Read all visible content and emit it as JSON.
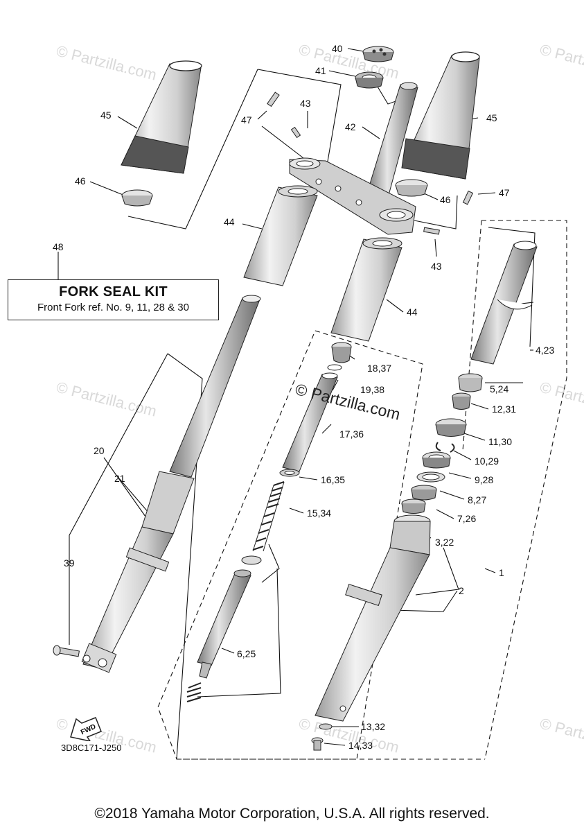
{
  "diagram": {
    "kit": {
      "ref": "48",
      "title": "FORK SEAL KIT",
      "subtitle": "Front Fork ref. No. 9, 11, 28 & 30"
    },
    "watermark": {
      "text": "© Partzilla.com",
      "small": "© Partzilla.com"
    },
    "drawing_code": "3D8C171-J250",
    "fwd_label": "FWD",
    "copyright": "©2018 Yamaha Motor Corporation, U.S.A. All rights reserved.",
    "labels": {
      "l40": "40",
      "l41": "41",
      "l42": "42",
      "l43a": "43",
      "l43b": "43",
      "l44a": "44",
      "l44b": "44",
      "l45a": "45",
      "l45b": "45",
      "l46a": "46",
      "l46b": "46",
      "l47a": "47",
      "l47b": "47",
      "l1": "1",
      "l2": "2",
      "l3_22": "3,22",
      "l4_23": "4,23",
      "l5_24": "5,24",
      "l6_25": "6,25",
      "l7_26": "7,26",
      "l8_27": "8,27",
      "l9_28": "9,28",
      "l10_29": "10,29",
      "l11_30": "11,30",
      "l12_31": "12,31",
      "l13_32": "13,32",
      "l14_33": "14,33",
      "l15_34": "15,34",
      "l16_35": "16,35",
      "l17_36": "17,36",
      "l18_37": "18,37",
      "l19_38": "19,38",
      "l20": "20",
      "l21": "21",
      "l39": "39"
    }
  }
}
